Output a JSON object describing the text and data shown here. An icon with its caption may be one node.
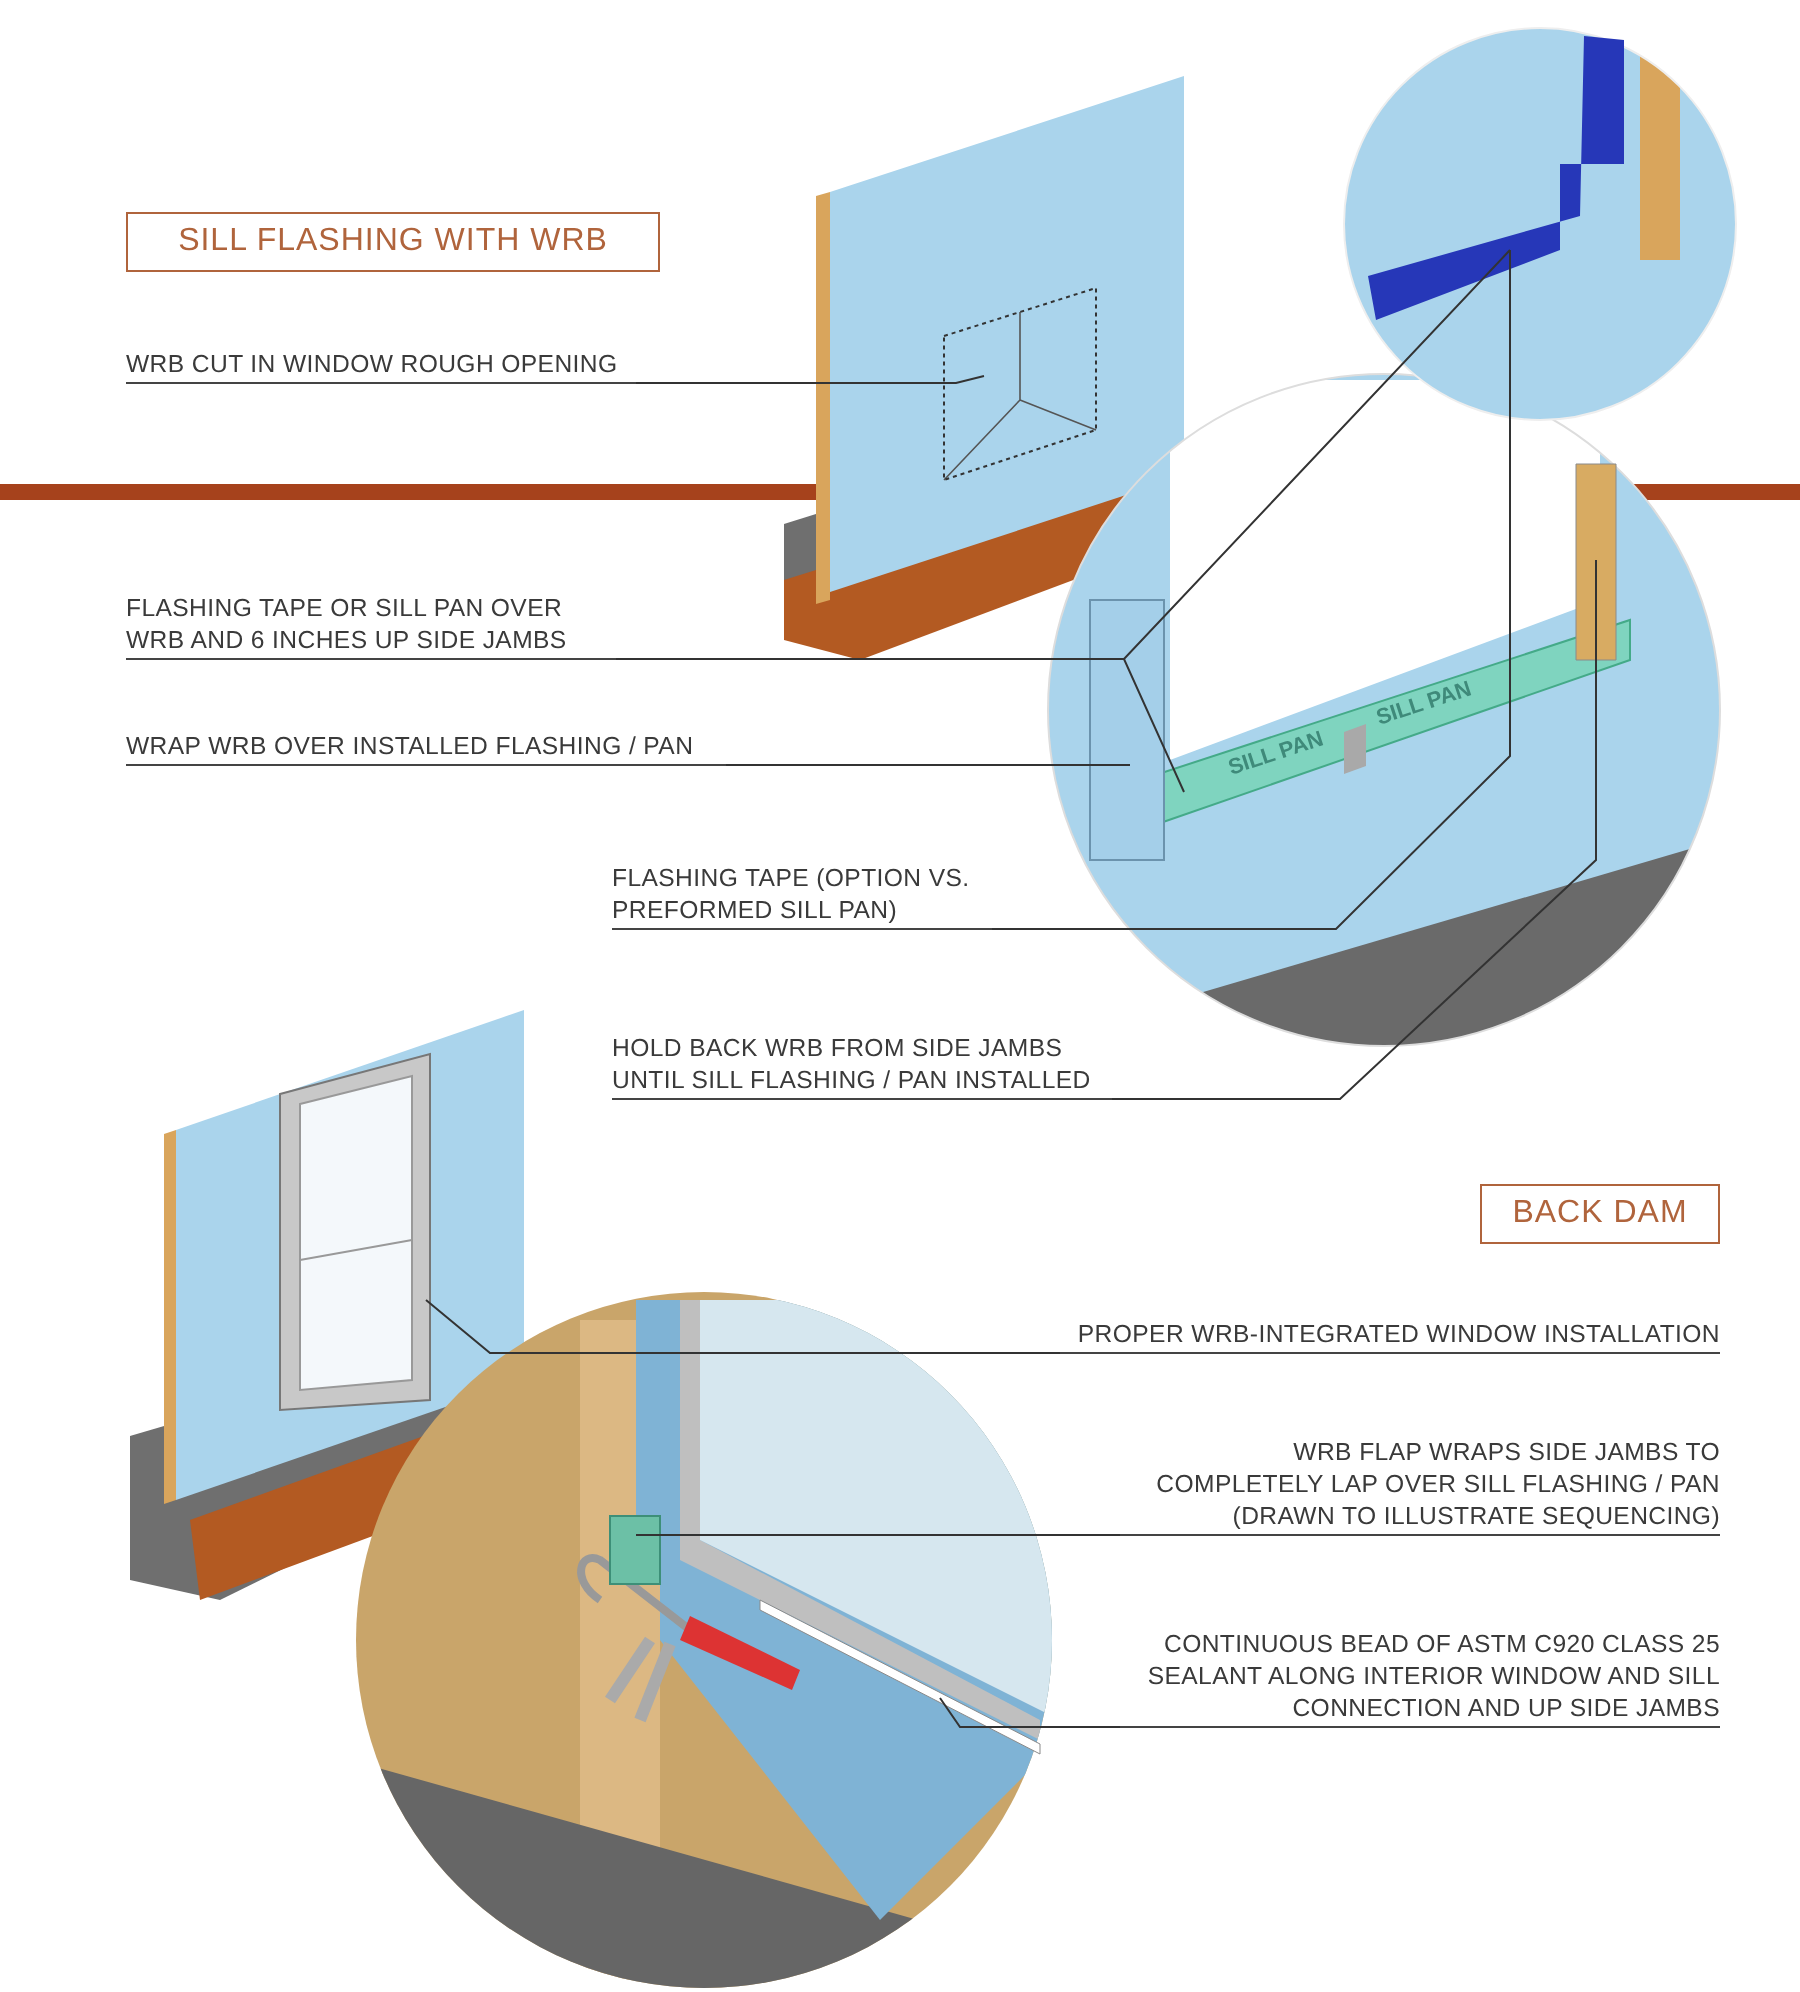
{
  "diagram": {
    "nodes": [
      {
        "text": [
          "SILL FLASHING WITH WRB"
        ]
      },
      {
        "text": [
          "WRB CUT IN WINDOW ROUGH OPENING"
        ]
      },
      {
        "text": [
          "FLASHING TAPE OR SILL PAN OVER WRB AND 6 INCHES UP SIDE JAMBS"
        ]
      },
      {
        "text": [
          "WRAP WRB OVER INSTALLED FLASHING / PAN"
        ]
      },
      {
        "text": [
          "FLASHING TAPE (OPTION VS. PREFORMED SILL PAN)"
        ]
      },
      {
        "text": [
          "HOLD BACK WRB FROM SIDE JAMBS UNTIL SILL FLASHING / PAN INSTALLED"
        ]
      },
      {
        "text": [
          "BACK DAM"
        ]
      },
      {
        "text": [
          "PROPER WRB-INTEGRATED WINDOW INSTALLATION"
        ]
      },
      {
        "text": [
          "WRB FLAP WRAPS SIDE JAMBS TO COMPLETELY LAP OVER SILL FLASHING / PAN (DRAWN TO ILLUSTRATE SEQUENCING)"
        ]
      },
      {
        "text": [
          "CONTINUOUS BEAD OF ASTM C920 CLASS 25 SEALANT ALONG INTERIOR WINDOW AND SILL CONNECTION AND UP SIDE JAMBS"
        ]
      },
      {
        "text": [],
        "shape": "picture"
      },
      {
        "text": [],
        "shape": "picture"
      },
      {
        "text": [],
        "shape": "picture"
      },
      {
        "text": [],
        "shape": "box"
      },
      {
        "text": [],
        "shape": "bar"
      },
      {
        "text": [],
        "shape": "picture"
      },
      {
        "text": [],
        "shape": "picture"
      },
      {
        "text": [],
        "shape": "bar"
      }
    ],
    "edges": [
      {
        "from": 1,
        "to": 10,
        "arrow": "none"
      },
      {
        "from": 2,
        "to": 11,
        "arrow": "none"
      },
      {
        "from": 2,
        "to": 12,
        "arrow": "none"
      },
      {
        "from": 3,
        "to": 13,
        "arrow": "none"
      },
      {
        "from": 4,
        "to": 11,
        "arrow": "none"
      },
      {
        "from": 5,
        "to": 14,
        "arrow": "none"
      },
      {
        "from": 7,
        "to": 15,
        "arrow": "none"
      },
      {
        "from": 8,
        "to": 16,
        "arrow": "none"
      },
      {
        "from": 9,
        "to": 17,
        "arrow": "none"
      }
    ],
    "labels": [
      "SILL PAN",
      "SILL PAN"
    ]
  }
}
